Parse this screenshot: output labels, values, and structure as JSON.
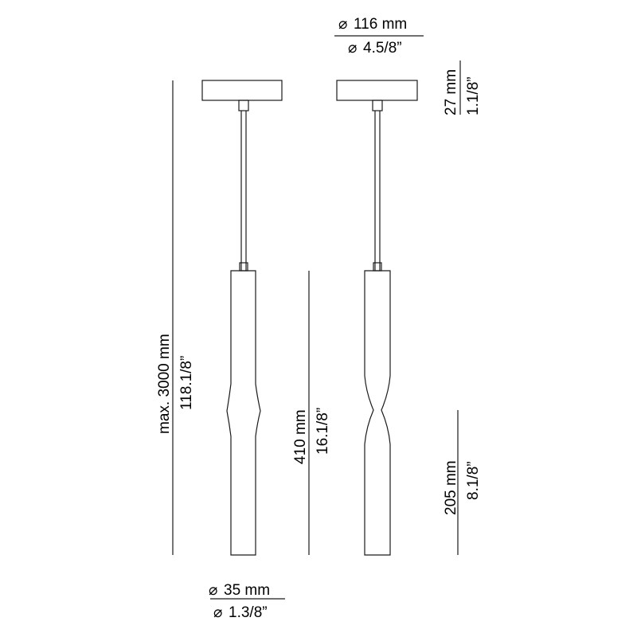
{
  "dimensions": {
    "canopy_diameter": {
      "metric": "116 mm",
      "imperial": "4.5/8”",
      "symbol": "⌀"
    },
    "canopy_height": {
      "metric": "27 mm",
      "imperial": "1.1/8”"
    },
    "max_length": {
      "metric": "max. 3000 mm",
      "imperial": "118.1/8”"
    },
    "body_length": {
      "metric": "410 mm",
      "imperial": "16.1/8”"
    },
    "waist_height": {
      "metric": "205 mm",
      "imperial": "8.1/8”"
    },
    "body_diameter": {
      "metric": "35 mm",
      "imperial": "1.3/8”",
      "symbol": "⌀"
    }
  },
  "colors": {
    "line": "#1a1a1a",
    "background": "#ffffff"
  }
}
